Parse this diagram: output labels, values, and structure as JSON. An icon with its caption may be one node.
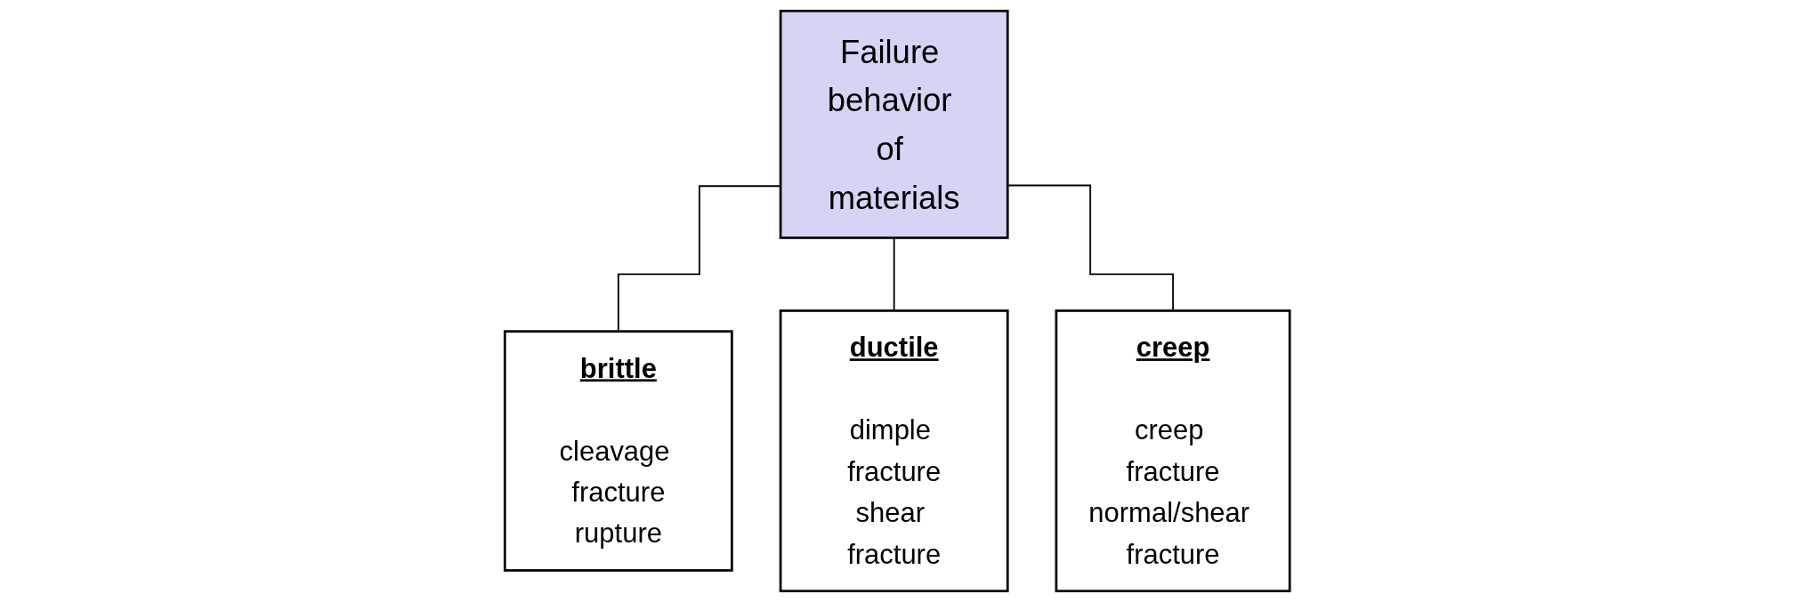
{
  "diagram": {
    "nodes": [
      {
        "text": [
          "Failure behavior of materials"
        ]
      },
      {
        "text": [
          "brittle",
          "cleavage fracture",
          "rupture"
        ]
      },
      {
        "text": [
          "ductile",
          "dimple fracture",
          "shear fracture"
        ]
      },
      {
        "text": [
          "creep",
          "creep fracture",
          "normal/shear fracture"
        ]
      }
    ],
    "edges": [
      {
        "from": 0,
        "to": 1,
        "arrow": "none"
      },
      {
        "from": 0,
        "to": 2,
        "arrow": "none"
      },
      {
        "from": 0,
        "to": 3,
        "arrow": "none"
      }
    ]
  }
}
